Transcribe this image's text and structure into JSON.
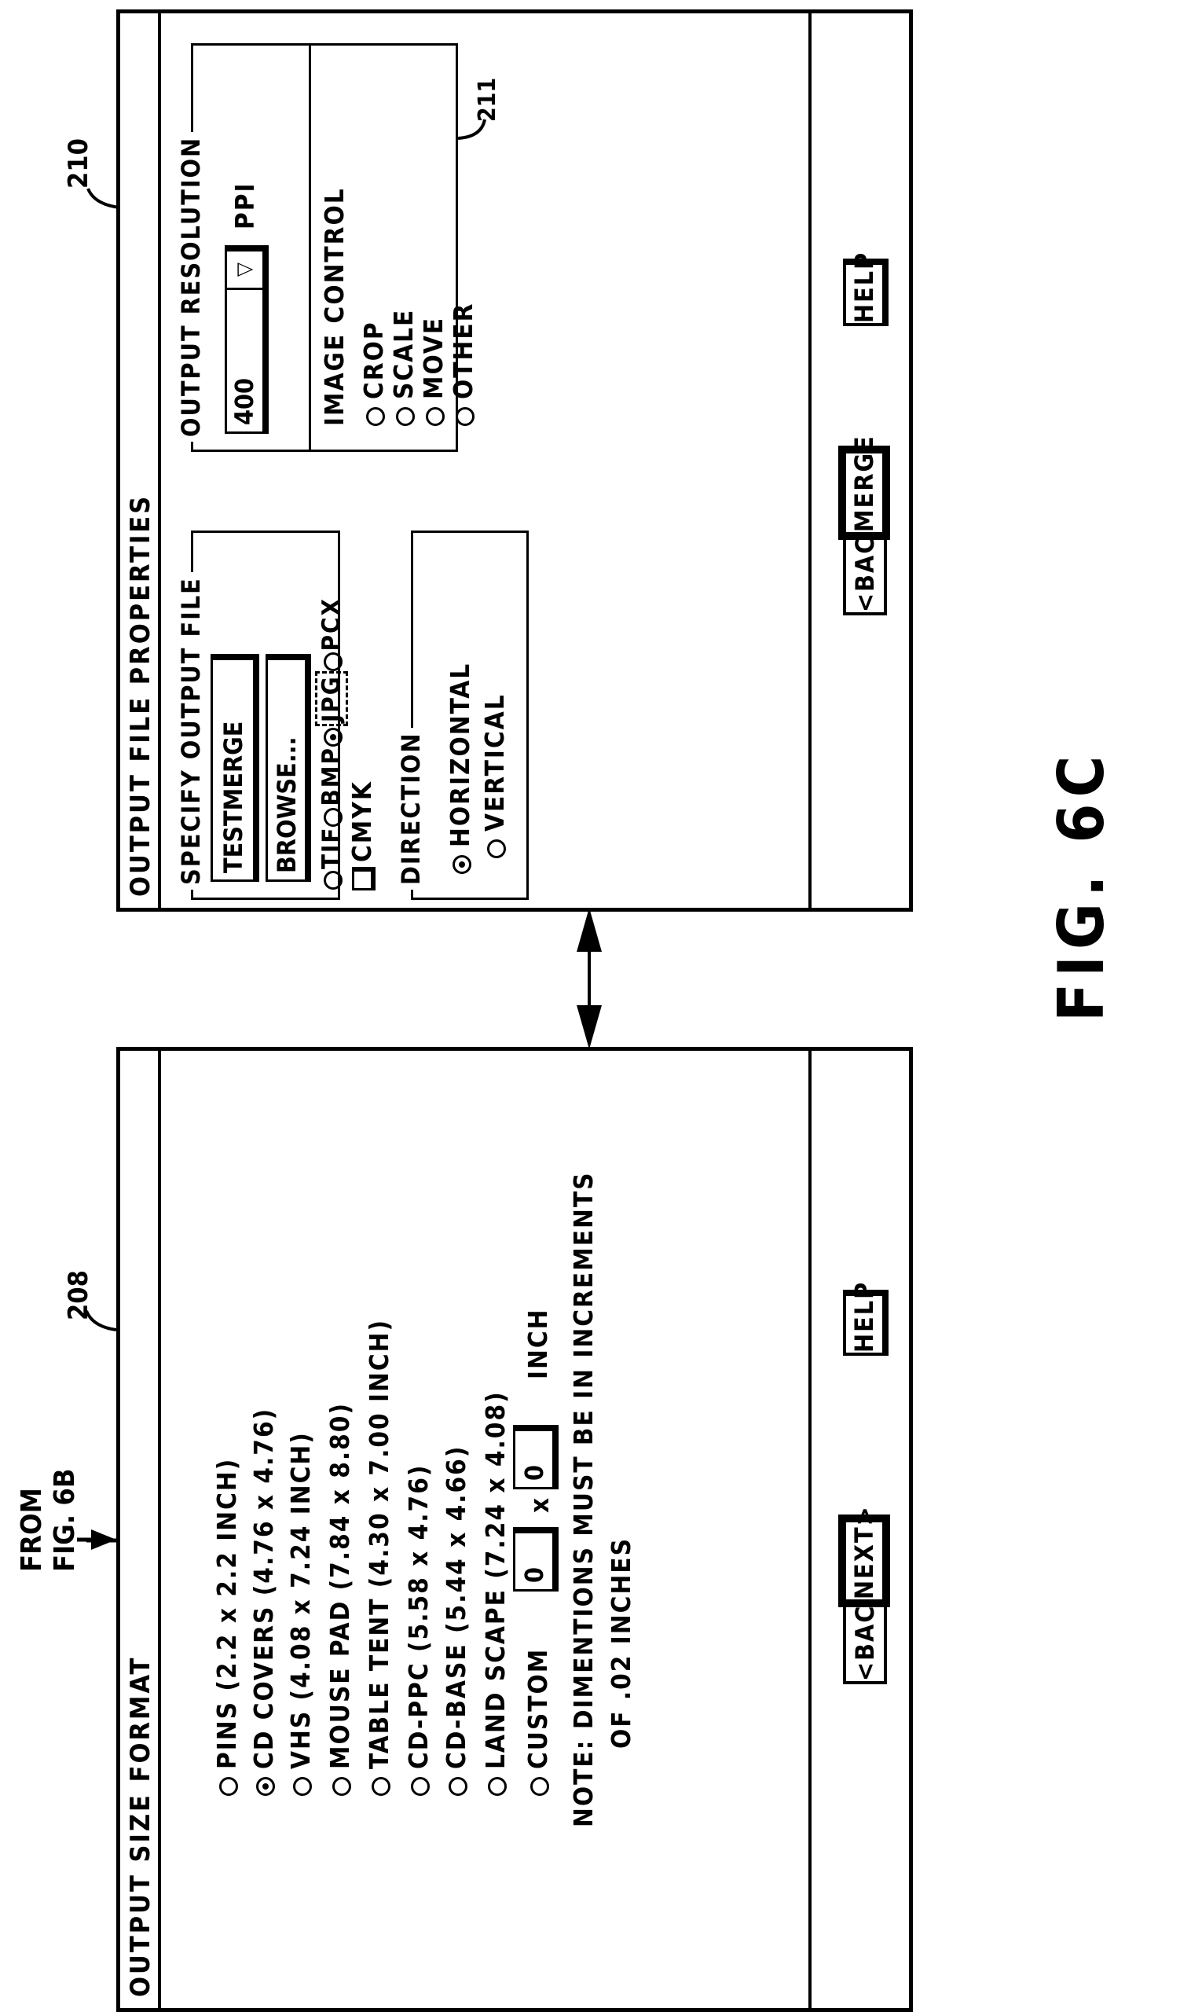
{
  "figure": {
    "label": "FIG. 6C",
    "from_label_line1": "FROM",
    "from_label_line2": "FIG. 6B"
  },
  "dialog_208": {
    "ref": "208",
    "title": "OUTPUT SIZE FORMAT",
    "options": [
      {
        "label": "PINS (2.2 x 2.2 INCH)",
        "selected": false
      },
      {
        "label": "CD COVERS (4.76 x 4.76)",
        "selected": true
      },
      {
        "label": "VHS (4.08 x 7.24 INCH)",
        "selected": false
      },
      {
        "label": "MOUSE PAD (7.84 x 8.80)",
        "selected": false
      },
      {
        "label": "TABLE TENT (4.30 x 7.00 INCH)",
        "selected": false
      },
      {
        "label": "CD-PPC (5.58 x 4.76)",
        "selected": false
      },
      {
        "label": "CD-BASE (5.44 x 4.66)",
        "selected": false
      },
      {
        "label": "LAND SCAPE (7.24 x 4.08)",
        "selected": false
      },
      {
        "label": "CUSTOM",
        "selected": false
      }
    ],
    "custom": {
      "width_value": "0",
      "height_value": "0",
      "times": "x",
      "unit": "INCH"
    },
    "note_line1": "NOTE: DIMENTIONS MUST BE IN INCREMENTS",
    "note_line2": "OF .02 INCHES",
    "buttons": {
      "back": "<BACK",
      "next": "NEXT>",
      "help": "HELP"
    }
  },
  "dialog_210": {
    "ref": "210",
    "ref_211": "211",
    "title": "OUTPUT FILE PROPERTIES",
    "specify_output_file": {
      "legend": "SPECIFY OUTPUT FILE",
      "filename_value": "TESTMERGE",
      "browse_label": "BROWSE...",
      "formats": [
        {
          "label": "TIF",
          "selected": false
        },
        {
          "label": "BMP",
          "selected": false
        },
        {
          "label": "JPG",
          "selected": true
        },
        {
          "label": "PCX",
          "selected": false
        }
      ],
      "cmyk_label": "CMYK",
      "cmyk_checked": false
    },
    "output_resolution": {
      "legend": "OUTPUT RESOLUTION",
      "value": "400",
      "unit": "PPI"
    },
    "image_control": {
      "heading": "IMAGE CONTROL",
      "options": [
        {
          "label": "CROP",
          "selected": false
        },
        {
          "label": "SCALE",
          "selected": false
        },
        {
          "label": "MOVE",
          "selected": false
        },
        {
          "label": "OTHER",
          "selected": false
        }
      ]
    },
    "direction": {
      "legend": "DIRECTION",
      "options": [
        {
          "label": "HORIZONTAL",
          "selected": true
        },
        {
          "label": "VERTICAL",
          "selected": false
        }
      ]
    },
    "buttons": {
      "back": "<BACK",
      "merge": "MERGE",
      "help": "HELP"
    }
  }
}
